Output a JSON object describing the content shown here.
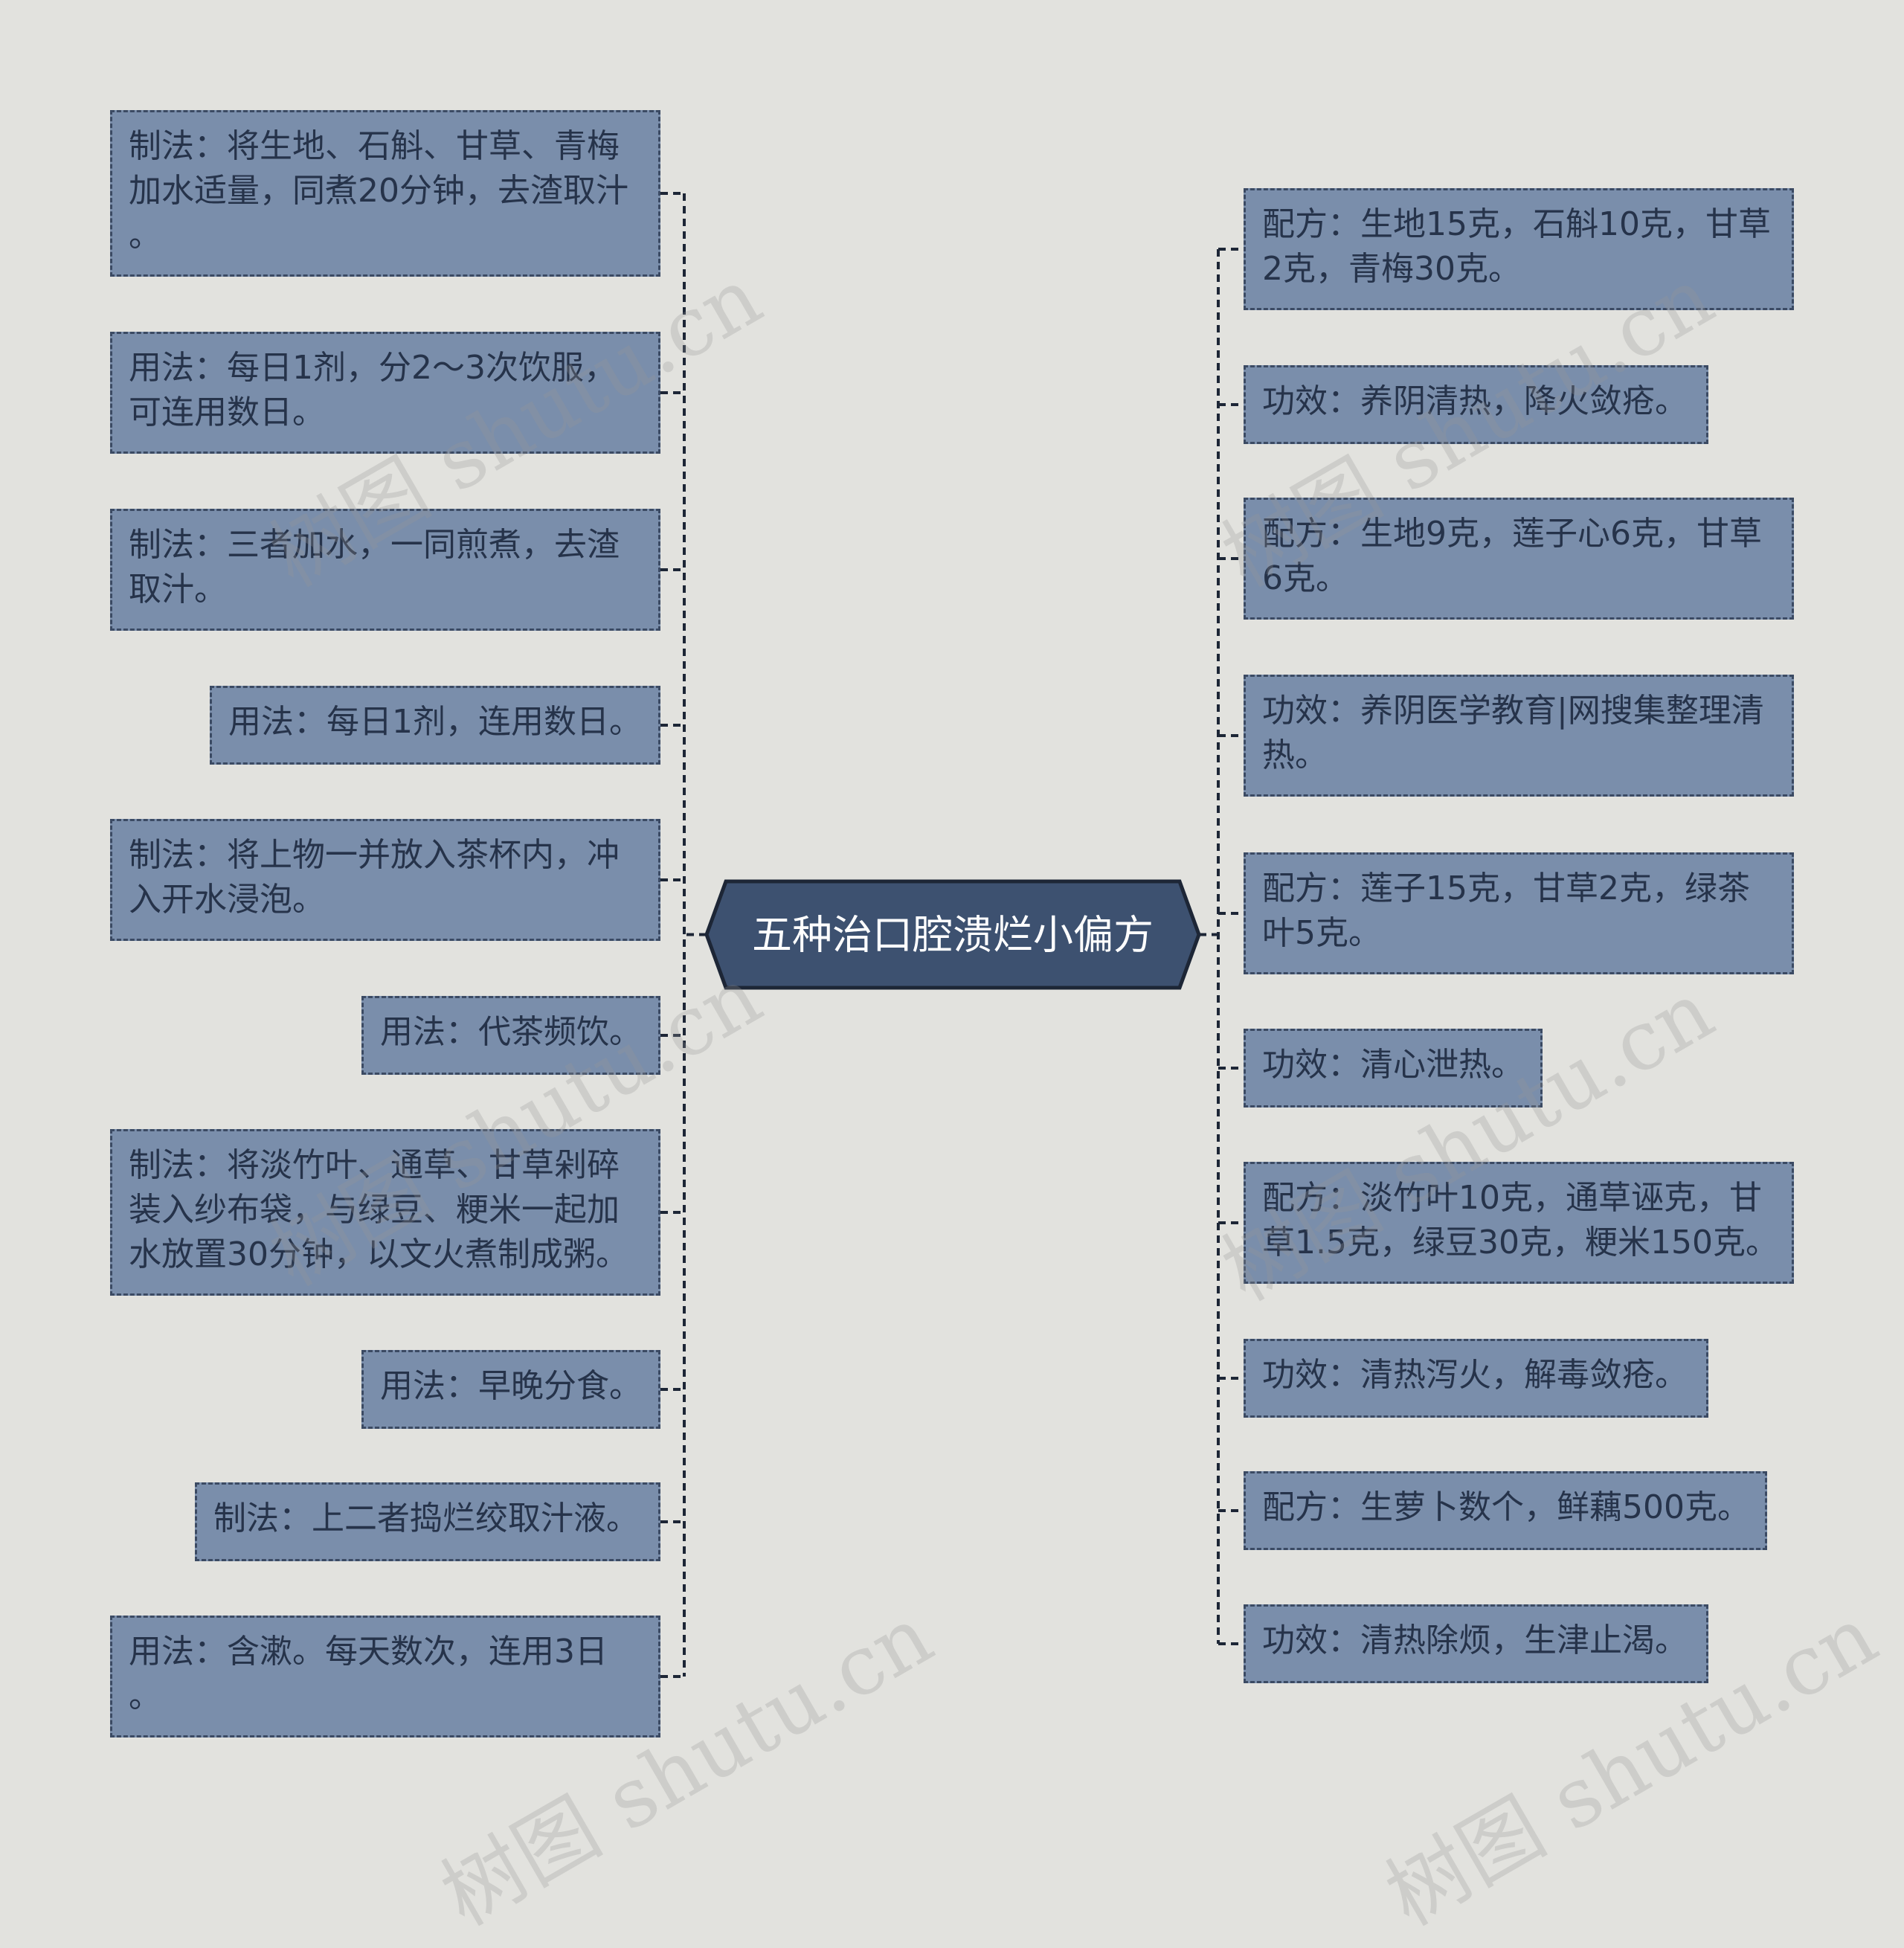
{
  "root": {
    "label": "五种治口腔溃烂小偏方"
  },
  "left_nodes": [
    {
      "lines": [
        "制法：将生地、石斛、甘草、青梅",
        "加水适量，同煮20分钟，去渣取汁",
        "。"
      ]
    },
    {
      "lines": [
        "用法：每日1剂，分2～3次饮服，",
        "可连用数日。"
      ]
    },
    {
      "lines": [
        "制法：三者加水，一同煎煮，去渣",
        "取汁。"
      ]
    },
    {
      "lines": [
        "用法：每日1剂，连用数日。"
      ]
    },
    {
      "lines": [
        "制法：将上物一并放入茶杯内，冲",
        "入开水浸泡。"
      ]
    },
    {
      "lines": [
        "用法：代茶频饮。"
      ]
    },
    {
      "lines": [
        "制法：将淡竹叶、通草、甘草剁碎",
        "装入纱布袋，与绿豆、粳米一起加",
        "水放置30分钟，以文火煮制成粥。"
      ]
    },
    {
      "lines": [
        "用法：早晚分食。"
      ]
    },
    {
      "lines": [
        "制法：上二者捣烂绞取汁液。"
      ]
    },
    {
      "lines": [
        "用法：含漱。每天数次，连用3日",
        "。"
      ]
    }
  ],
  "right_nodes": [
    {
      "lines": [
        "配方：生地15克，石斛10克，甘草",
        "2克，青梅30克。"
      ]
    },
    {
      "lines": [
        "功效：养阴清热，降火敛疮。"
      ]
    },
    {
      "lines": [
        "配方：生地9克，莲子心6克，甘草",
        "6克。"
      ]
    },
    {
      "lines": [
        "功效：养阴医学教育|网搜集整理清",
        "热。"
      ]
    },
    {
      "lines": [
        "配方：莲子15克，甘草2克，绿茶",
        "叶5克。"
      ]
    },
    {
      "lines": [
        "功效：清心泄热。"
      ]
    },
    {
      "lines": [
        "配方：淡竹叶10克，通草诬克，甘",
        "草1.5克，绿豆30克，粳米150克。"
      ]
    },
    {
      "lines": [
        "功效：清热泻火，解毒敛疮。"
      ]
    },
    {
      "lines": [
        "配方：生萝卜数个，鲜藕500克。"
      ]
    },
    {
      "lines": [
        "功效：清热除烦，生津止渴。"
      ]
    }
  ],
  "watermark": {
    "text": "树图 shutu.cn"
  },
  "colors": {
    "background": "#e2e2de",
    "node_fill": "#7a8eab",
    "node_border": "#3b4a63",
    "node_text": "#26334a",
    "root_fill": "#3d5170",
    "root_border": "#1d2636",
    "connector": "#1d2636"
  }
}
